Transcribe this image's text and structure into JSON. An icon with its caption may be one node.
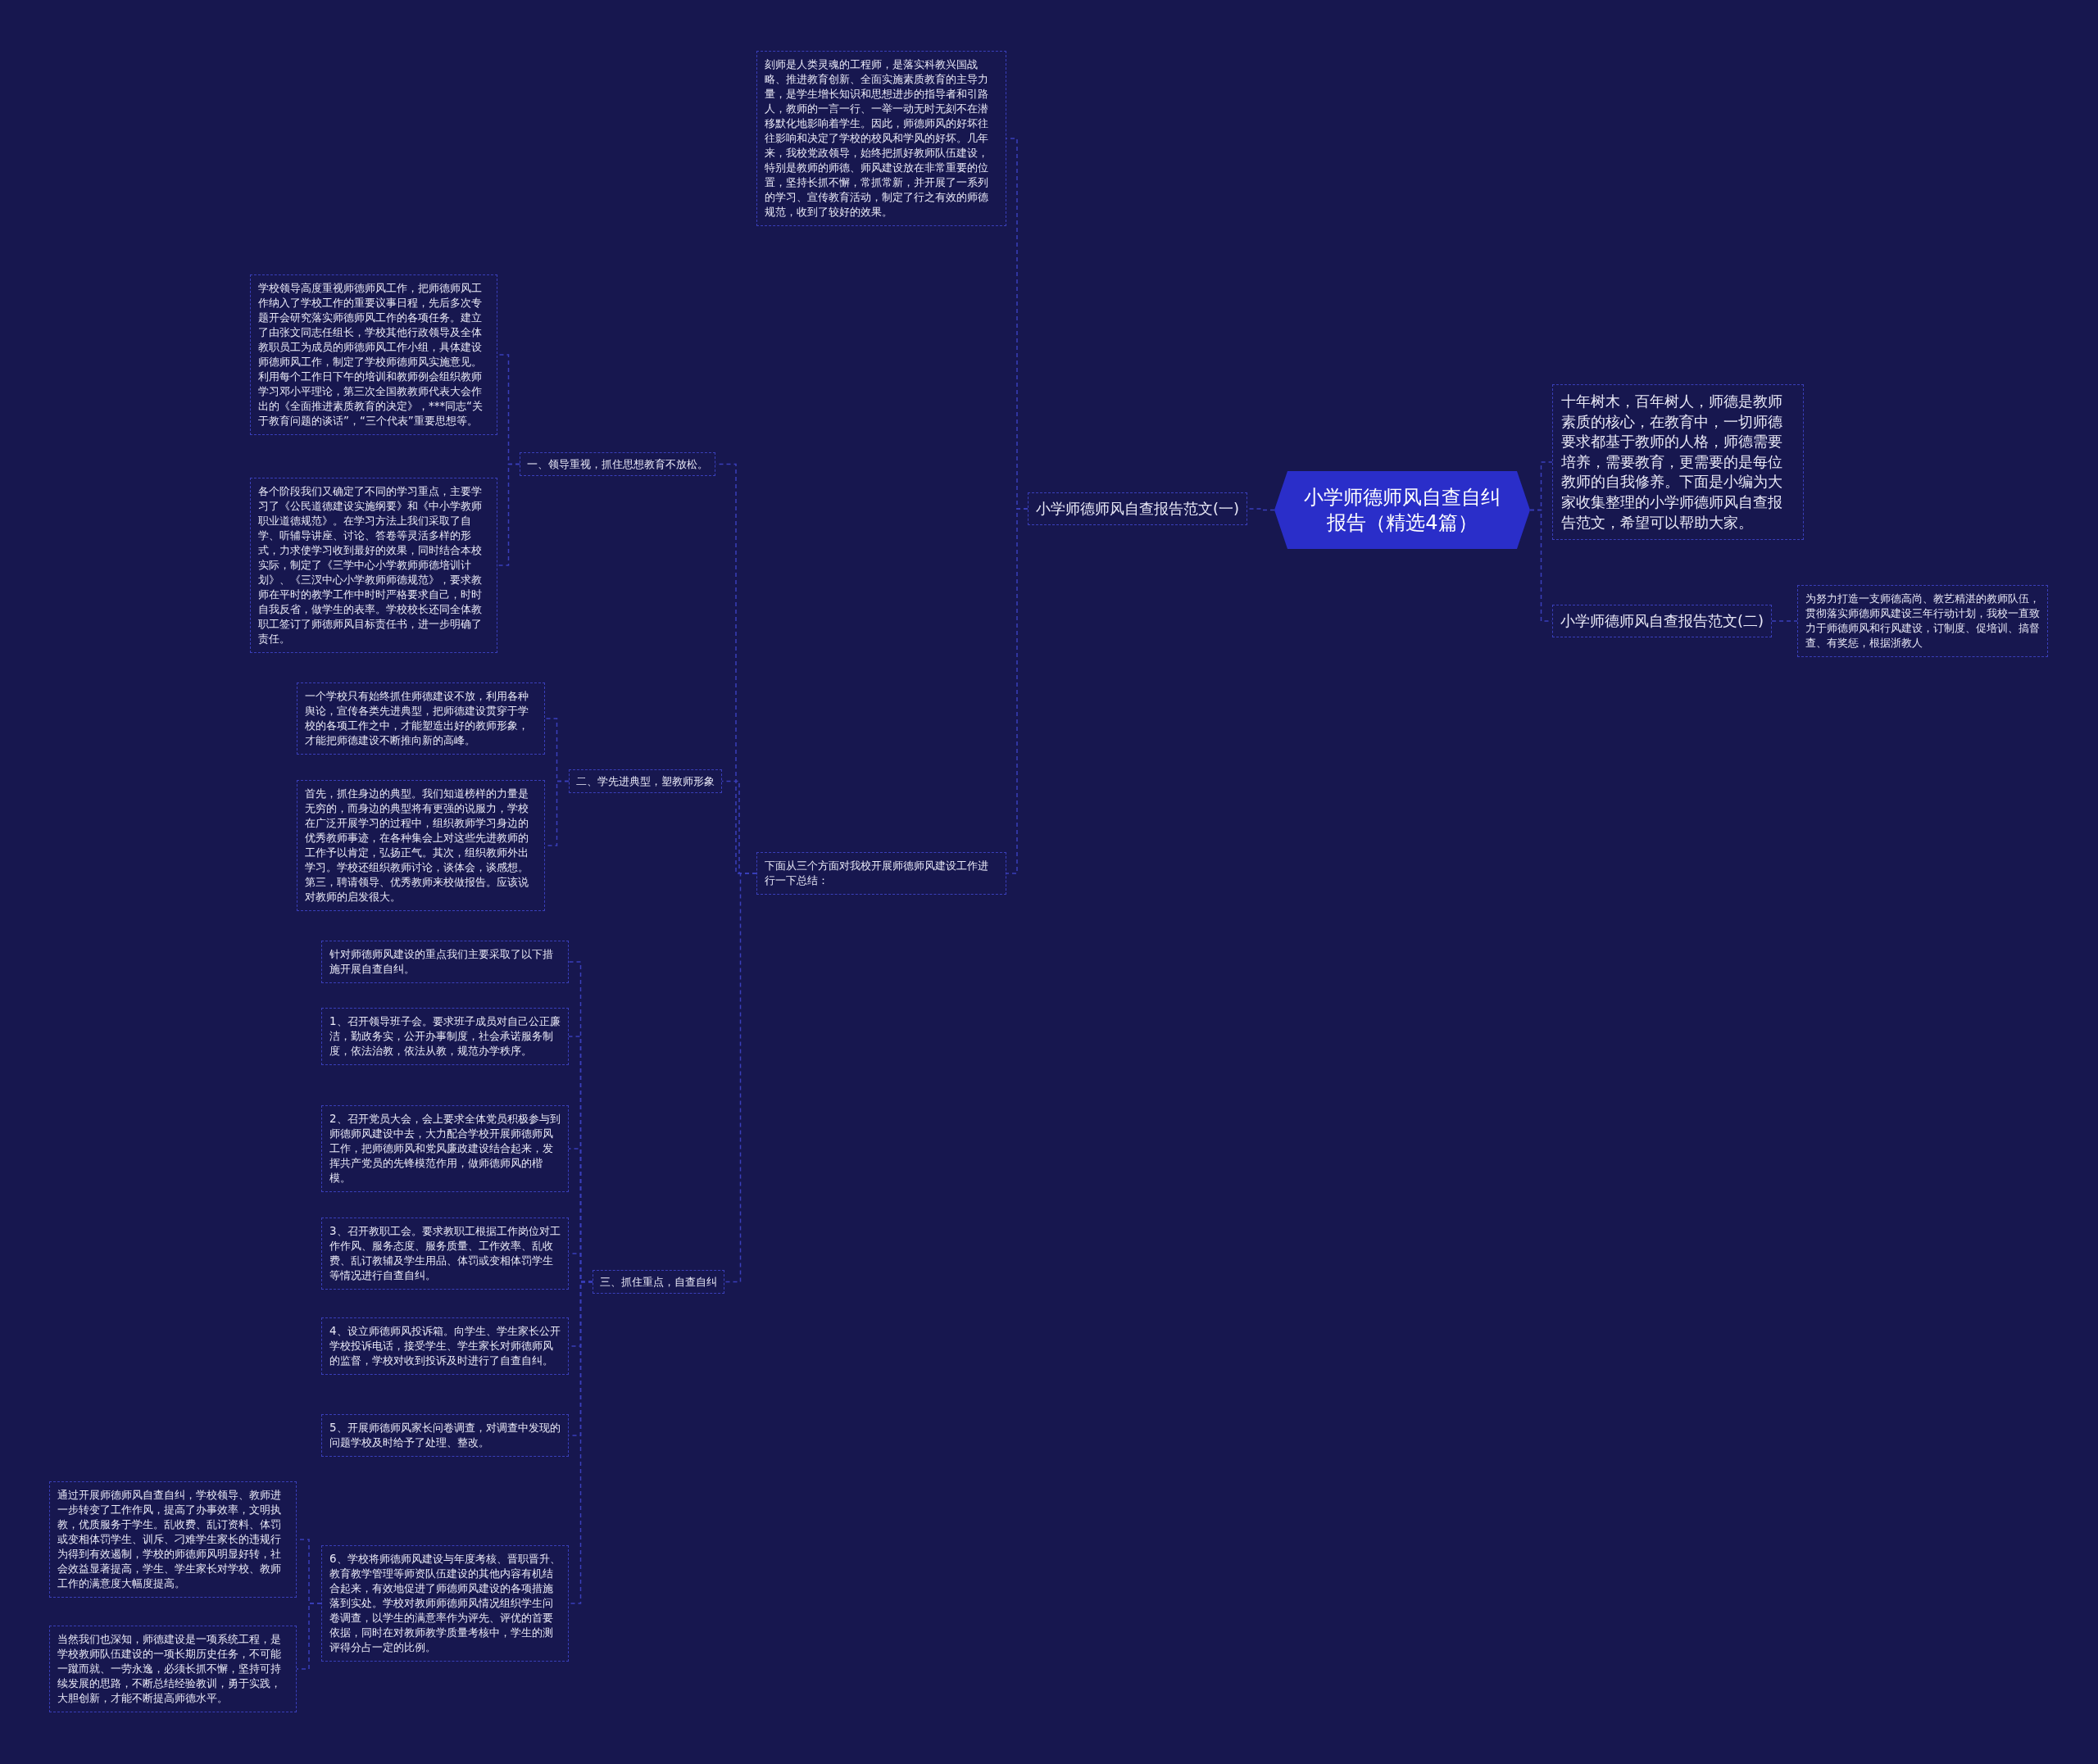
{
  "diagram": {
    "nodes": [
      {
        "text": [
          "小学师德师风自查自纠报告（精选4篇）"
        ]
      },
      {
        "text": [
          "小学师德师风自查报告范文(一)"
        ]
      },
      {
        "text": [
          "刻师是人类灵魂的工程师，是落实科教兴国战略、推进教育创新、全面实施素质教育的主导力量，是学生增长知识和思想进步的指导者和引路人，教师的一言一行、一举一动无时无刻不在潜移默化地影响着学生。因此，师德师风的好坏往往影响和决定了学校的校风和学风的好坏。几年来，我校党政领导，始终把抓好教师队伍建设，特别是教师的师德、师风建设放在非常重要的位置，坚持长抓不懈，常抓常新，并开展了一系列的学习、宣传教育活动，制定了行之有效的师德规范，收到了较好的效果。"
        ]
      },
      {
        "text": [
          "下面从三个方面对我校开展师德师风建设工作进行一下总结："
        ]
      },
      {
        "text": [
          "一、领导重视，抓住思想教育不放松。"
        ]
      },
      {
        "text": [
          "学校领导高度重视师德师风工作，把师德师风工作纳入了学校工作的重要议事日程，先后多次专题开会研究落实师德师风工作的各项任务。建立了由张文同志任组长，学校其他行政领导及全体教职员工为成员的师德师风工作小组，具体建设师德师风工作，制定了学校师德师风实施意见。利用每个工作日下午的培训和教师例会组织教师学习邓小平理论，第三次全国教教师代表大会作出的《全面推进素质教育的决定》，***同志“关于教育问题的谈话”，“三个代表”重要思想等。"
        ]
      },
      {
        "text": [
          "各个阶段我们又确定了不同的学习重点，主要学习了《公民道德建设实施纲要》和《中小学教师职业道德规范》。在学习方法上我们采取了自学、听辅导讲座、讨论、答卷等灵活多样的形式，力求使学习收到最好的效果，同时结合本校实际，制定了《三学中心小学教师师德培训计划》、《三汊中心小学教师师德规范》，要求教师在平时的教学工作中时时严格要求自己，时时自我反省，做学生的表率。学校校长还同全体教职工签订了师德师风目标责任书，进一步明确了责任。"
        ]
      },
      {
        "text": [
          "二、学先进典型，塑教师形象"
        ]
      },
      {
        "text": [
          "一个学校只有始终抓住师德建设不放，利用各种舆论，宣传各类先进典型，把师德建设贯穿于学校的各项工作之中，才能塑造出好的教师形象，才能把师德建设不断推向新的高峰。"
        ]
      },
      {
        "text": [
          "首先，抓住身边的典型。我们知道榜样的力量是无穷的，而身边的典型将有更强的说服力，学校在广泛开展学习的过程中，组织教师学习身边的优秀教师事迹，在各种集会上对这些先进教师的工作予以肯定，弘扬正气。其次，组织教师外出学习。学校还组织教师讨论，谈体会，谈感想。第三，聘请领导、优秀教师来校做报告。应该说对教师的启发很大。"
        ]
      },
      {
        "text": [
          "三、抓住重点，自查自纠"
        ]
      },
      {
        "text": [
          "针对师德师风建设的重点我们主要采取了以下措施开展自查自纠。"
        ]
      },
      {
        "text": [
          "1、召开领导班子会。要求班子成员对自己公正廉洁，勤政务实，公开办事制度，社会承诺服务制度，依法治教，依法从教，规范办学秩序。"
        ]
      },
      {
        "text": [
          "2、召开党员大会，会上要求全体党员积极参与到师德师风建设中去，大力配合学校开展师德师风工作，把师德师风和党风廉政建设结合起来，发挥共产党员的先锋模范作用，做师德师风的楷模。"
        ]
      },
      {
        "text": [
          "3、召开教职工会。要求教职工根据工作岗位对工作作风、服务态度、服务质量、工作效率、乱收费、乱订教辅及学生用品、体罚或变相体罚学生等情况进行自查自纠。"
        ]
      },
      {
        "text": [
          "4、设立师德师风投诉箱。向学生、学生家长公开学校投诉电话，接受学生、学生家长对师德师风的监督，学校对收到投诉及时进行了自查自纠。"
        ]
      },
      {
        "text": [
          "5、开展师德师风家长问卷调查，对调查中发现的问题学校及时给予了处理、整改。"
        ]
      },
      {
        "text": [
          "6、学校将师德师风建设与年度考核、晋职晋升、教育教学管理等师资队伍建设的其他内容有机结合起来，有效地促进了师德师风建设的各项措施落到实处。学校对教师师德师风情况组织学生问卷调查，以学生的满意率作为评先、评优的首要依据，同时在对教师教学质量考核中，学生的测评得分占一定的比例。"
        ]
      },
      {
        "text": [
          "通过开展师德师风自查自纠，学校领导、教师进一步转变了工作作风，提高了办事效率，文明执教，优质服务于学生。乱收费、乱订资料、体罚或变相体罚学生、训斥、刁难学生家长的违规行为得到有效遏制，学校的师德师风明显好转，社会效益显著提高，学生、学生家长对学校、教师工作的满意度大幅度提高。"
        ]
      },
      {
        "text": [
          "当然我们也深知，师德建设是一项系统工程，是学校教师队伍建设的一项长期历史任务，不可能一蹴而就、一劳永逸，必须长抓不懈，坚持可持续发展的思路，不断总结经验教训，勇于实践，大胆创新，才能不断提高师德水平。"
        ]
      },
      {
        "text": [
          "十年树木，百年树人，师德是教师素质的核心，在教育中，一切师德要求都基于教师的人格，师德需要培养，需要教育，更需要的是每位教师的自我修养。下面是小编为大家收集整理的小学师德师风自查报告范文，希望可以帮助大家。"
        ]
      },
      {
        "text": [
          "小学师德师风自查报告范文(二)"
        ]
      },
      {
        "text": [
          "为努力打造一支师德高尚、教艺精湛的教师队伍，贯彻落实师德师风建设三年行动计划，我校一直致力于师德师风和行风建设，订制度、促培训、搞督查、有奖惩，根据浙教人"
        ]
      }
    ],
    "edges": [
      {
        "from": 0,
        "to": 1,
        "arrow": "none"
      },
      {
        "from": 1,
        "to": 2,
        "arrow": "none"
      },
      {
        "from": 1,
        "to": 3,
        "arrow": "none"
      },
      {
        "from": 3,
        "to": 4,
        "arrow": "none"
      },
      {
        "from": 4,
        "to": 5,
        "arrow": "none"
      },
      {
        "from": 4,
        "to": 6,
        "arrow": "none"
      },
      {
        "from": 3,
        "to": 7,
        "arrow": "none"
      },
      {
        "from": 7,
        "to": 8,
        "arrow": "none"
      },
      {
        "from": 7,
        "to": 9,
        "arrow": "none"
      },
      {
        "from": 3,
        "to": 10,
        "arrow": "none"
      },
      {
        "from": 10,
        "to": 11,
        "arrow": "none"
      },
      {
        "from": 10,
        "to": 12,
        "arrow": "none"
      },
      {
        "from": 10,
        "to": 13,
        "arrow": "none"
      },
      {
        "from": 10,
        "to": 14,
        "arrow": "none"
      },
      {
        "from": 10,
        "to": 15,
        "arrow": "none"
      },
      {
        "from": 10,
        "to": 16,
        "arrow": "none"
      },
      {
        "from": 10,
        "to": 17,
        "arrow": "none"
      },
      {
        "from": 17,
        "to": 18,
        "arrow": "none"
      },
      {
        "from": 17,
        "to": 19,
        "arrow": "none"
      },
      {
        "from": 0,
        "to": 20,
        "arrow": "none"
      },
      {
        "from": 0,
        "to": 21,
        "arrow": "none"
      },
      {
        "from": 21,
        "to": 22,
        "arrow": "none"
      }
    ]
  }
}
